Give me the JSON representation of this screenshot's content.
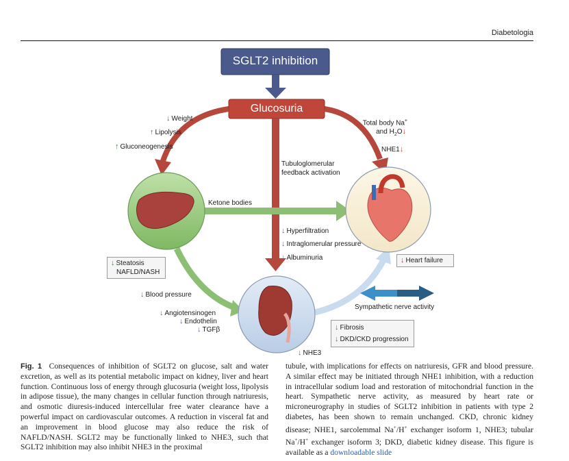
{
  "header": {
    "journal": "Diabetologia"
  },
  "figure": {
    "title_box": "SGLT2 inhibition",
    "glucosuria": "Glucosuria",
    "liver_effects": [
      {
        "dir": "down",
        "text": "Weight"
      },
      {
        "dir": "up",
        "text": "Lipolysis"
      },
      {
        "dir": "up",
        "text": "Gluconeogenesis"
      }
    ],
    "heart_effects": {
      "sodium_1": "Total body Na",
      "sodium_sup": "+",
      "sodium_2": "and H",
      "sodium_sub": "2",
      "sodium_3": "O",
      "nhe1": "NHE1"
    },
    "tubulo": [
      "Tubuloglomerular",
      "feedback activation"
    ],
    "ketone": "Ketone bodies",
    "kidney_effects": [
      {
        "dir": "down",
        "text": "Hyperfiltration"
      },
      {
        "dir": "down",
        "text": "Intraglomerular pressure"
      },
      {
        "dir": "down",
        "text": "Albuminuria"
      }
    ],
    "steatosis_box": [
      "Steatosis",
      "NAFLD/NASH"
    ],
    "heart_failure": "Heart failure",
    "blood_pressure": "Blood pressure",
    "angio": [
      "Angiotensinogen",
      "Endothelin",
      "TGFβ"
    ],
    "sympathetic": "Sympathetic nerve activity",
    "fibrosis_box": [
      "Fibrosis",
      "DKD/CKD progression"
    ],
    "nhe3": "NHE3",
    "colors": {
      "navy": "#4a5a8c",
      "red": "#c0463a",
      "green": "#8cbf73",
      "light_blue": "#c9dbee"
    }
  },
  "caption": {
    "fig_label": "Fig. 1",
    "left_text": "Consequences of inhibition of SGLT2 on glucose, salt and water excretion, as well as its potential metabolic impact on kidney, liver and heart function. Continuous loss of energy through glucosuria (weight loss, lipolysis in adipose tissue), the many changes in cellular function through natriuresis, and osmotic diuresis-induced intercellular free water clearance have a powerful impact on cardiovascular outcomes. A reduction in visceral fat and an improvement in blood glucose may also reduce the risk of NAFLD/NASH. SGLT2 may be functionally linked to NHE3, such that SGLT2 inhibition may also inhibit NHE3 in the proximal",
    "right_text_1": "tubule, with implications for effects on natriuresis, GFR and blood pressure. A similar effect may be initiated through NHE1 inhibition, with a reduction in intracellular sodium load and restoration of mitochondrial function in the heart. Sympathetic nerve activity, as measured by heart rate or microneurography in studies of SGLT2 inhibition in patients with type 2 diabetes, has been shown to remain unchanged. CKD, chronic kidney disease; NHE1, sarcolemmal Na",
    "sup1": "+",
    "slash1": "/H",
    "sup2": "+",
    "right_text_2": " exchanger isoform 1, NHE3; tubular Na",
    "sup3": "+",
    "slash2": "/H",
    "sup4": "+",
    "right_text_3": " exchanger isoform 3; DKD, diabetic kidney disease. This figure is available as a ",
    "link": "downloadable slide"
  }
}
